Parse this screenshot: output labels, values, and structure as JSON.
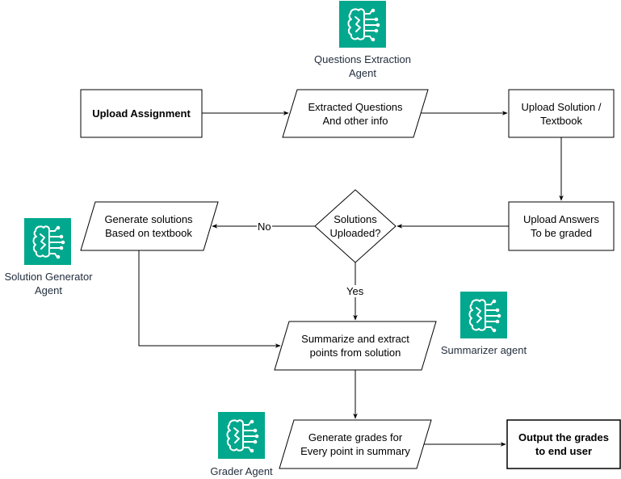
{
  "nodes": {
    "upload_assignment": {
      "label": "Upload Assignment"
    },
    "extracted_questions": {
      "line1": "Extracted Questions",
      "line2": "And other info"
    },
    "upload_solution": {
      "line1": "Upload Solution /",
      "line2": "Textbook"
    },
    "upload_answers": {
      "line1": "Upload Answers",
      "line2": "To be graded"
    },
    "solutions_uploaded": {
      "line1": "Solutions",
      "line2": "Uploaded?"
    },
    "generate_solutions": {
      "line1": "Generate solutions",
      "line2": "Based on textbook"
    },
    "summarize": {
      "line1": "Summarize and extract",
      "line2": "points from solution"
    },
    "generate_grades": {
      "line1": "Generate grades for",
      "line2": "Every point in summary"
    },
    "output_grades": {
      "line1": "Output the grades",
      "line2": "to end user"
    }
  },
  "edge_labels": {
    "no": "No",
    "yes": "Yes"
  },
  "agents": {
    "questions_extraction": {
      "line1": "Questions Extraction",
      "line2": "Agent"
    },
    "solution_generator": {
      "line1": "Solution Generator",
      "line2": "Agent"
    },
    "summarizer": {
      "label": "Summarizer agent"
    },
    "grader": {
      "label": "Grader Agent"
    }
  },
  "colors": {
    "agent_icon_bg": "#01A88D",
    "agent_label_text": "#232F3E",
    "stroke": "#000000"
  },
  "icons": {
    "agent_icon": "brain-circuit-icon"
  }
}
